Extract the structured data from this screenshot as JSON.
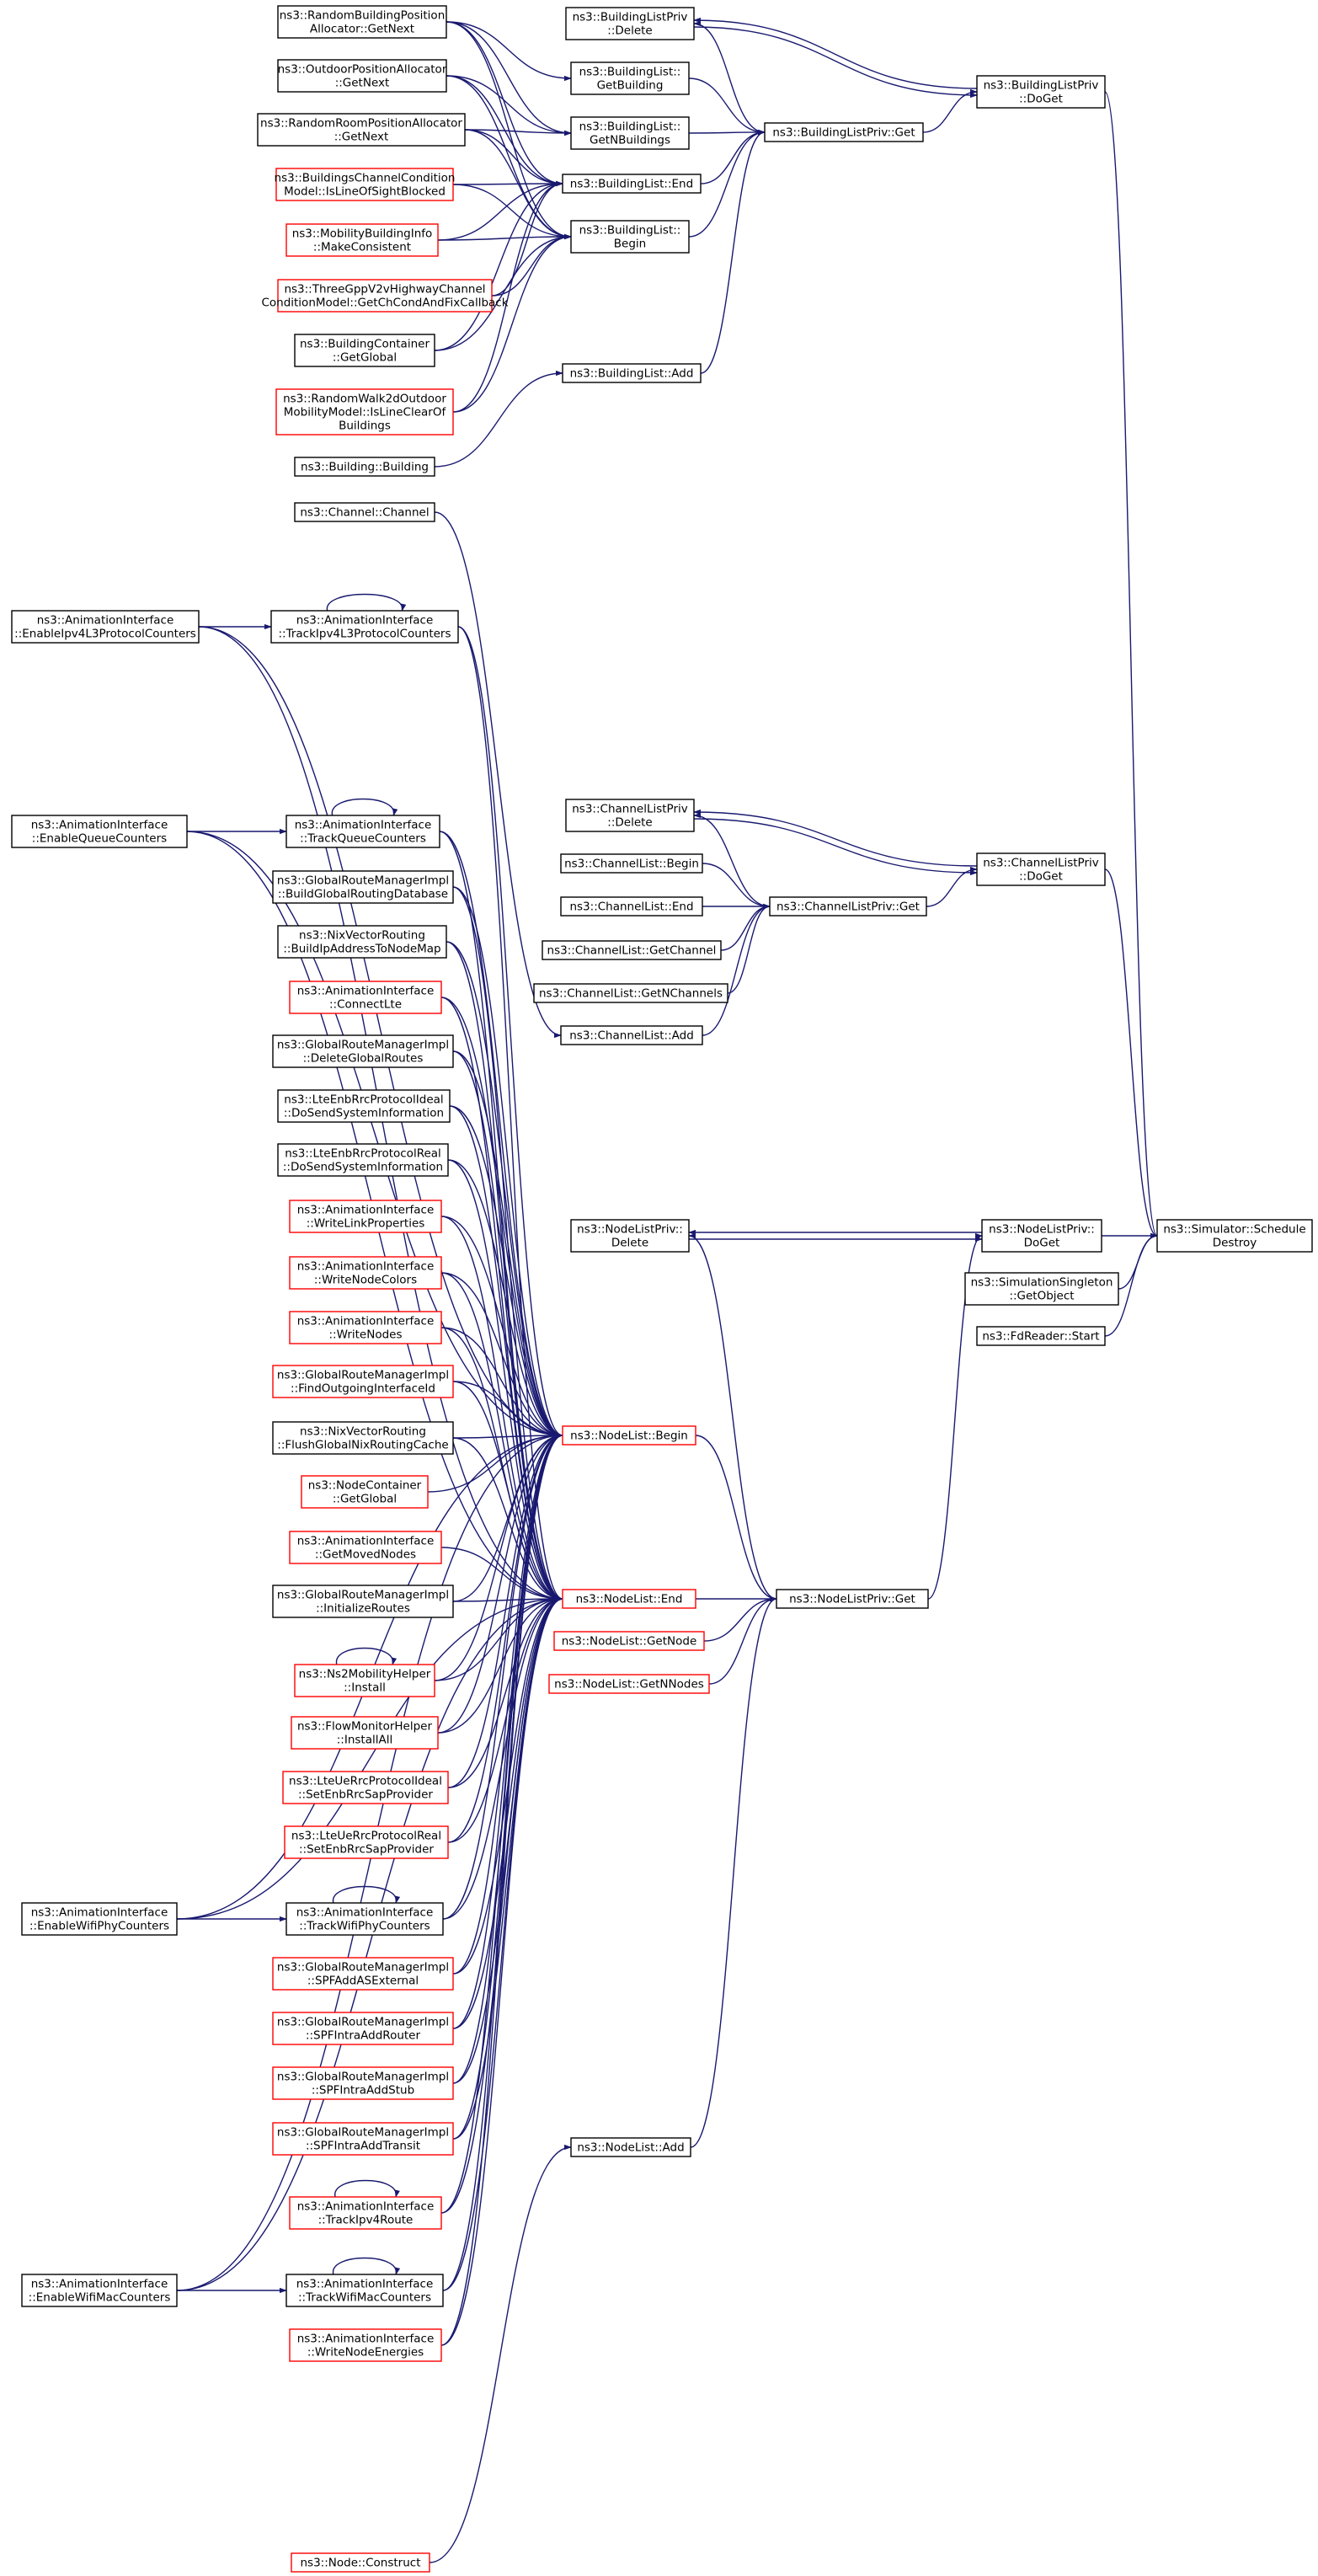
{
  "colors": {
    "edge": "#191970",
    "node_border_normal": "#000000",
    "node_border_truncated": "#ff0000",
    "node_fill": "#ffffff",
    "root_fill": "#bfbfbf"
  },
  "nodes": [
    {
      "id": "root",
      "lines": [
        "ns3::Simulator::Schedule",
        "Destroy"
      ],
      "style": "root"
    },
    {
      "id": "blp_doget",
      "lines": [
        "ns3::BuildingListPriv",
        "::DoGet"
      ],
      "style": "normal"
    },
    {
      "id": "clp_doget",
      "lines": [
        "ns3::ChannelListPriv",
        "::DoGet"
      ],
      "style": "normal"
    },
    {
      "id": "nlp_doget",
      "lines": [
        "ns3::NodeListPriv::",
        "DoGet"
      ],
      "style": "normal"
    },
    {
      "id": "sim_singleton",
      "lines": [
        "ns3::SimulationSingleton",
        "::GetObject"
      ],
      "style": "normal"
    },
    {
      "id": "fdreader",
      "lines": [
        "ns3::FdReader::Start"
      ],
      "style": "normal"
    },
    {
      "id": "blp_delete",
      "lines": [
        "ns3::BuildingListPriv",
        "::Delete"
      ],
      "style": "normal"
    },
    {
      "id": "blp_get",
      "lines": [
        "ns3::BuildingListPriv::Get"
      ],
      "style": "normal"
    },
    {
      "id": "bl_getbuilding",
      "lines": [
        "ns3::BuildingList::",
        "GetBuilding"
      ],
      "style": "normal"
    },
    {
      "id": "bl_getnbuildings",
      "lines": [
        "ns3::BuildingList::",
        "GetNBuildings"
      ],
      "style": "normal"
    },
    {
      "id": "bl_end",
      "lines": [
        "ns3::BuildingList::End"
      ],
      "style": "normal"
    },
    {
      "id": "bl_begin",
      "lines": [
        "ns3::BuildingList::",
        "Begin"
      ],
      "style": "normal"
    },
    {
      "id": "bl_add",
      "lines": [
        "ns3::BuildingList::Add"
      ],
      "style": "normal"
    },
    {
      "id": "rbpa_getnext",
      "lines": [
        "ns3::RandomBuildingPosition",
        "Allocator::GetNext"
      ],
      "style": "normal"
    },
    {
      "id": "opa_getnext",
      "lines": [
        "ns3::OutdoorPositionAllocator",
        "::GetNext"
      ],
      "style": "normal"
    },
    {
      "id": "rrpa_getnext",
      "lines": [
        "ns3::RandomRoomPositionAllocator",
        "::GetNext"
      ],
      "style": "normal"
    },
    {
      "id": "bccm_islos",
      "lines": [
        "ns3::BuildingsChannelCondition",
        "Model::IsLineOfSightBlocked"
      ],
      "style": "truncated"
    },
    {
      "id": "mbi_consistent",
      "lines": [
        "ns3::MobilityBuildingInfo",
        "::MakeConsistent"
      ],
      "style": "truncated"
    },
    {
      "id": "tgpp_v2v",
      "lines": [
        "ns3::ThreeGppV2vHighwayChannel",
        "ConditionModel::GetChCondAndFixCallback"
      ],
      "style": "truncated"
    },
    {
      "id": "bc_getglobal",
      "lines": [
        "ns3::BuildingContainer",
        "::GetGlobal"
      ],
      "style": "normal"
    },
    {
      "id": "rw2d_outdoor",
      "lines": [
        "ns3::RandomWalk2dOutdoor",
        "MobilityModel::IsLineClearOf",
        "Buildings"
      ],
      "style": "truncated"
    },
    {
      "id": "building_ctor",
      "lines": [
        "ns3::Building::Building"
      ],
      "style": "normal"
    },
    {
      "id": "channel_ctor",
      "lines": [
        "ns3::Channel::Channel"
      ],
      "style": "normal"
    },
    {
      "id": "ai_enable_ipv4l3",
      "lines": [
        "ns3::AnimationInterface",
        "::EnableIpv4L3ProtocolCounters"
      ],
      "style": "normal"
    },
    {
      "id": "ai_track_ipv4l3",
      "lines": [
        "ns3::AnimationInterface",
        "::TrackIpv4L3ProtocolCounters"
      ],
      "style": "normal"
    },
    {
      "id": "ai_enable_queue",
      "lines": [
        "ns3::AnimationInterface",
        "::EnableQueueCounters"
      ],
      "style": "normal"
    },
    {
      "id": "ai_track_queue",
      "lines": [
        "ns3::AnimationInterface",
        "::TrackQueueCounters"
      ],
      "style": "normal"
    },
    {
      "id": "grm_buildglobal",
      "lines": [
        "ns3::GlobalRouteManagerImpl",
        "::BuildGlobalRoutingDatabase"
      ],
      "style": "normal"
    },
    {
      "id": "nix_buildip",
      "lines": [
        "ns3::NixVectorRouting",
        "::BuildIpAddressToNodeMap"
      ],
      "style": "normal"
    },
    {
      "id": "ai_connectlte",
      "lines": [
        "ns3::AnimationInterface",
        "::ConnectLte"
      ],
      "style": "truncated"
    },
    {
      "id": "grm_deleteglobal",
      "lines": [
        "ns3::GlobalRouteManagerImpl",
        "::DeleteGlobalRoutes"
      ],
      "style": "normal"
    },
    {
      "id": "lte_enb_ideal",
      "lines": [
        "ns3::LteEnbRrcProtocolIdeal",
        "::DoSendSystemInformation"
      ],
      "style": "normal"
    },
    {
      "id": "lte_enb_real",
      "lines": [
        "ns3::LteEnbRrcProtocolReal",
        "::DoSendSystemInformation"
      ],
      "style": "normal"
    },
    {
      "id": "ai_writelink",
      "lines": [
        "ns3::AnimationInterface",
        "::WriteLinkProperties"
      ],
      "style": "truncated"
    },
    {
      "id": "ai_writenodecolors",
      "lines": [
        "ns3::AnimationInterface",
        "::WriteNodeColors"
      ],
      "style": "truncated"
    },
    {
      "id": "ai_writenodes",
      "lines": [
        "ns3::AnimationInterface",
        "::WriteNodes"
      ],
      "style": "truncated"
    },
    {
      "id": "grm_findoutgoing",
      "lines": [
        "ns3::GlobalRouteManagerImpl",
        "::FindOutgoingInterfaceId"
      ],
      "style": "truncated"
    },
    {
      "id": "nix_flush",
      "lines": [
        "ns3::NixVectorRouting",
        "::FlushGlobalNixRoutingCache"
      ],
      "style": "normal"
    },
    {
      "id": "nc_getglobal",
      "lines": [
        "ns3::NodeContainer",
        "::GetGlobal"
      ],
      "style": "truncated"
    },
    {
      "id": "ai_getmoved",
      "lines": [
        "ns3::AnimationInterface",
        "::GetMovedNodes"
      ],
      "style": "truncated"
    },
    {
      "id": "grm_initroutes",
      "lines": [
        "ns3::GlobalRouteManagerImpl",
        "::InitializeRoutes"
      ],
      "style": "normal"
    },
    {
      "id": "ns2_install",
      "lines": [
        "ns3::Ns2MobilityHelper",
        "::Install"
      ],
      "style": "truncated"
    },
    {
      "id": "fm_installall",
      "lines": [
        "ns3::FlowMonitorHelper",
        "::InstallAll"
      ],
      "style": "truncated"
    },
    {
      "id": "lte_ue_ideal",
      "lines": [
        "ns3::LteUeRrcProtocolIdeal",
        "::SetEnbRrcSapProvider"
      ],
      "style": "truncated"
    },
    {
      "id": "lte_ue_real",
      "lines": [
        "ns3::LteUeRrcProtocolReal",
        "::SetEnbRrcSapProvider"
      ],
      "style": "truncated"
    },
    {
      "id": "ai_enable_wifiphy",
      "lines": [
        "ns3::AnimationInterface",
        "::EnableWifiPhyCounters"
      ],
      "style": "normal"
    },
    {
      "id": "ai_track_wifiphy",
      "lines": [
        "ns3::AnimationInterface",
        "::TrackWifiPhyCounters"
      ],
      "style": "normal"
    },
    {
      "id": "grm_spfaddas",
      "lines": [
        "ns3::GlobalRouteManagerImpl",
        "::SPFAddASExternal"
      ],
      "style": "truncated"
    },
    {
      "id": "grm_spfrouter",
      "lines": [
        "ns3::GlobalRouteManagerImpl",
        "::SPFIntraAddRouter"
      ],
      "style": "truncated"
    },
    {
      "id": "grm_spfstub",
      "lines": [
        "ns3::GlobalRouteManagerImpl",
        "::SPFIntraAddStub"
      ],
      "style": "truncated"
    },
    {
      "id": "grm_spftransit",
      "lines": [
        "ns3::GlobalRouteManagerImpl",
        "::SPFIntraAddTransit"
      ],
      "style": "truncated"
    },
    {
      "id": "ai_trackipv4route",
      "lines": [
        "ns3::AnimationInterface",
        "::TrackIpv4Route"
      ],
      "style": "truncated"
    },
    {
      "id": "ai_enable_wifimac",
      "lines": [
        "ns3::AnimationInterface",
        "::EnableWifiMacCounters"
      ],
      "style": "normal"
    },
    {
      "id": "ai_track_wifimac",
      "lines": [
        "ns3::AnimationInterface",
        "::TrackWifiMacCounters"
      ],
      "style": "normal"
    },
    {
      "id": "ai_writenodeenergies",
      "lines": [
        "ns3::AnimationInterface",
        "::WriteNodeEnergies"
      ],
      "style": "truncated"
    },
    {
      "id": "node_construct",
      "lines": [
        "ns3::Node::Construct"
      ],
      "style": "truncated"
    },
    {
      "id": "clp_delete",
      "lines": [
        "ns3::ChannelListPriv",
        "::Delete"
      ],
      "style": "normal"
    },
    {
      "id": "cl_begin",
      "lines": [
        "ns3::ChannelList::Begin"
      ],
      "style": "normal"
    },
    {
      "id": "cl_end",
      "lines": [
        "ns3::ChannelList::End"
      ],
      "style": "normal"
    },
    {
      "id": "cl_getchannel",
      "lines": [
        "ns3::ChannelList::GetChannel"
      ],
      "style": "normal"
    },
    {
      "id": "cl_getnchannels",
      "lines": [
        "ns3::ChannelList::GetNChannels"
      ],
      "style": "normal"
    },
    {
      "id": "cl_add",
      "lines": [
        "ns3::ChannelList::Add"
      ],
      "style": "normal"
    },
    {
      "id": "clp_get",
      "lines": [
        "ns3::ChannelListPriv::Get"
      ],
      "style": "normal"
    },
    {
      "id": "nlp_delete",
      "lines": [
        "ns3::NodeListPriv::",
        "Delete"
      ],
      "style": "normal"
    },
    {
      "id": "nl_begin",
      "lines": [
        "ns3::NodeList::Begin"
      ],
      "style": "truncated"
    },
    {
      "id": "nl_end",
      "lines": [
        "ns3::NodeList::End"
      ],
      "style": "truncated"
    },
    {
      "id": "nl_getnode",
      "lines": [
        "ns3::NodeList::GetNode"
      ],
      "style": "truncated"
    },
    {
      "id": "nl_getnnodes",
      "lines": [
        "ns3::NodeList::GetNNodes"
      ],
      "style": "truncated"
    },
    {
      "id": "nlp_get",
      "lines": [
        "ns3::NodeListPriv::Get"
      ],
      "style": "normal"
    },
    {
      "id": "nl_add",
      "lines": [
        "ns3::NodeList::Add"
      ],
      "style": "normal"
    }
  ],
  "edges": [
    [
      "blp_doget",
      "root"
    ],
    [
      "clp_doget",
      "root"
    ],
    [
      "nlp_doget",
      "root"
    ],
    [
      "sim_singleton",
      "root"
    ],
    [
      "fdreader",
      "root"
    ],
    [
      "blp_delete",
      "blp_doget"
    ],
    [
      "blp_doget",
      "blp_delete"
    ],
    [
      "blp_get",
      "blp_doget"
    ],
    [
      "blp_get",
      "blp_delete"
    ],
    [
      "bl_getbuilding",
      "blp_get"
    ],
    [
      "bl_getnbuildings",
      "blp_get"
    ],
    [
      "bl_end",
      "blp_get"
    ],
    [
      "bl_begin",
      "blp_get"
    ],
    [
      "bl_add",
      "blp_get"
    ],
    [
      "rbpa_getnext",
      "bl_getbuilding"
    ],
    [
      "rbpa_getnext",
      "bl_getnbuildings"
    ],
    [
      "rbpa_getnext",
      "bl_end"
    ],
    [
      "rbpa_getnext",
      "bl_begin"
    ],
    [
      "opa_getnext",
      "bl_getnbuildings"
    ],
    [
      "opa_getnext",
      "bl_end"
    ],
    [
      "opa_getnext",
      "bl_begin"
    ],
    [
      "rrpa_getnext",
      "bl_getnbuildings"
    ],
    [
      "rrpa_getnext",
      "bl_end"
    ],
    [
      "rrpa_getnext",
      "bl_begin"
    ],
    [
      "bccm_islos",
      "bl_end"
    ],
    [
      "bccm_islos",
      "bl_begin"
    ],
    [
      "mbi_consistent",
      "bl_end"
    ],
    [
      "mbi_consistent",
      "bl_begin"
    ],
    [
      "tgpp_v2v",
      "bl_end"
    ],
    [
      "tgpp_v2v",
      "bl_begin"
    ],
    [
      "bc_getglobal",
      "bl_end"
    ],
    [
      "bc_getglobal",
      "bl_begin"
    ],
    [
      "rw2d_outdoor",
      "bl_end"
    ],
    [
      "rw2d_outdoor",
      "bl_begin"
    ],
    [
      "building_ctor",
      "bl_add"
    ],
    [
      "clp_delete",
      "clp_doget"
    ],
    [
      "clp_doget",
      "clp_delete"
    ],
    [
      "clp_get",
      "clp_doget"
    ],
    [
      "clp_get",
      "clp_delete"
    ],
    [
      "cl_begin",
      "clp_get"
    ],
    [
      "cl_end",
      "clp_get"
    ],
    [
      "cl_getchannel",
      "clp_get"
    ],
    [
      "cl_getnchannels",
      "clp_get"
    ],
    [
      "cl_add",
      "clp_get"
    ],
    [
      "channel_ctor",
      "cl_add"
    ],
    [
      "nlp_delete",
      "nlp_doget"
    ],
    [
      "nlp_doget",
      "nlp_delete"
    ],
    [
      "nlp_get",
      "nlp_doget"
    ],
    [
      "nlp_get",
      "nlp_delete"
    ],
    [
      "nl_begin",
      "nlp_get"
    ],
    [
      "nl_end",
      "nlp_get"
    ],
    [
      "nl_getnode",
      "nlp_get"
    ],
    [
      "nl_getnnodes",
      "nlp_get"
    ],
    [
      "nl_add",
      "nlp_get"
    ],
    [
      "node_construct",
      "nl_add"
    ],
    [
      "ai_enable_ipv4l3",
      "ai_track_ipv4l3"
    ],
    [
      "ai_track_ipv4l3",
      "ai_track_ipv4l3"
    ],
    [
      "ai_enable_queue",
      "ai_track_queue"
    ],
    [
      "ai_track_queue",
      "ai_track_queue"
    ],
    [
      "ai_enable_wifiphy",
      "ai_track_wifiphy"
    ],
    [
      "ai_track_wifiphy",
      "ai_track_wifiphy"
    ],
    [
      "ai_enable_wifimac",
      "ai_track_wifimac"
    ],
    [
      "ai_track_wifimac",
      "ai_track_wifimac"
    ],
    [
      "ai_trackipv4route",
      "ai_trackipv4route"
    ],
    [
      "ns2_install",
      "ns2_install"
    ],
    [
      "ai_enable_ipv4l3",
      "nl_begin"
    ],
    [
      "ai_enable_ipv4l3",
      "nl_end"
    ],
    [
      "ai_track_ipv4l3",
      "nl_begin"
    ],
    [
      "ai_track_ipv4l3",
      "nl_end"
    ],
    [
      "ai_enable_queue",
      "nl_begin"
    ],
    [
      "ai_enable_queue",
      "nl_end"
    ],
    [
      "ai_track_queue",
      "nl_begin"
    ],
    [
      "ai_track_queue",
      "nl_end"
    ],
    [
      "grm_buildglobal",
      "nl_begin"
    ],
    [
      "grm_buildglobal",
      "nl_end"
    ],
    [
      "nix_buildip",
      "nl_begin"
    ],
    [
      "nix_buildip",
      "nl_end"
    ],
    [
      "ai_connectlte",
      "nl_begin"
    ],
    [
      "ai_connectlte",
      "nl_end"
    ],
    [
      "grm_deleteglobal",
      "nl_begin"
    ],
    [
      "grm_deleteglobal",
      "nl_end"
    ],
    [
      "lte_enb_ideal",
      "nl_begin"
    ],
    [
      "lte_enb_ideal",
      "nl_end"
    ],
    [
      "lte_enb_real",
      "nl_begin"
    ],
    [
      "lte_enb_real",
      "nl_end"
    ],
    [
      "ai_writelink",
      "nl_begin"
    ],
    [
      "ai_writelink",
      "nl_end"
    ],
    [
      "ai_writenodecolors",
      "nl_begin"
    ],
    [
      "ai_writenodecolors",
      "nl_end"
    ],
    [
      "ai_writenodes",
      "nl_begin"
    ],
    [
      "ai_writenodes",
      "nl_end"
    ],
    [
      "grm_findoutgoing",
      "nl_begin"
    ],
    [
      "grm_findoutgoing",
      "nl_end"
    ],
    [
      "nix_flush",
      "nl_begin"
    ],
    [
      "nix_flush",
      "nl_end"
    ],
    [
      "nc_getglobal",
      "nl_begin"
    ],
    [
      "ai_getmoved",
      "nl_end"
    ],
    [
      "grm_initroutes",
      "nl_begin"
    ],
    [
      "grm_initroutes",
      "nl_end"
    ],
    [
      "ns2_install",
      "nl_begin"
    ],
    [
      "ns2_install",
      "nl_end"
    ],
    [
      "fm_installall",
      "nl_begin"
    ],
    [
      "fm_installall",
      "nl_end"
    ],
    [
      "lte_ue_ideal",
      "nl_begin"
    ],
    [
      "lte_ue_ideal",
      "nl_end"
    ],
    [
      "lte_ue_real",
      "nl_begin"
    ],
    [
      "lte_ue_real",
      "nl_end"
    ],
    [
      "ai_enable_wifiphy",
      "nl_begin"
    ],
    [
      "ai_enable_wifiphy",
      "nl_end"
    ],
    [
      "ai_track_wifiphy",
      "nl_begin"
    ],
    [
      "ai_track_wifiphy",
      "nl_end"
    ],
    [
      "grm_spfaddas",
      "nl_begin"
    ],
    [
      "grm_spfaddas",
      "nl_end"
    ],
    [
      "grm_spfrouter",
      "nl_begin"
    ],
    [
      "grm_spfrouter",
      "nl_end"
    ],
    [
      "grm_spfstub",
      "nl_begin"
    ],
    [
      "grm_spfstub",
      "nl_end"
    ],
    [
      "grm_spftransit",
      "nl_begin"
    ],
    [
      "grm_spftransit",
      "nl_end"
    ],
    [
      "ai_trackipv4route",
      "nl_begin"
    ],
    [
      "ai_trackipv4route",
      "nl_end"
    ],
    [
      "ai_enable_wifimac",
      "nl_begin"
    ],
    [
      "ai_enable_wifimac",
      "nl_end"
    ],
    [
      "ai_track_wifimac",
      "nl_begin"
    ],
    [
      "ai_track_wifimac",
      "nl_end"
    ],
    [
      "ai_writenodeenergies",
      "nl_begin"
    ],
    [
      "ai_writenodeenergies",
      "nl_end"
    ]
  ]
}
